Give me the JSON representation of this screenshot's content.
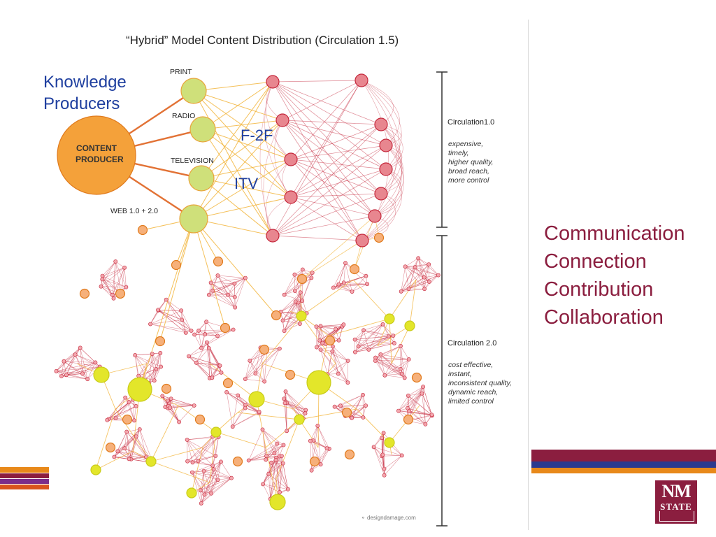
{
  "diagram": {
    "title": "“Hybrid” Model Content Distribution (Circulation 1.5)",
    "content_producer": [
      "CONTENT",
      "PRODUCER"
    ],
    "media": [
      "PRINT",
      "RADIO",
      "TELEVISION",
      "WEB 1.0 + 2.0"
    ],
    "circulation_1": {
      "title": "Circulation1.0",
      "traits": [
        "expensive,",
        "timely,",
        "higher quality,",
        "broad reach,",
        "more control"
      ]
    },
    "circulation_2": {
      "title": "Circulation 2.0",
      "traits": [
        "cost effective,",
        "instant,",
        "inconsistent quality,",
        "dynamic reach,",
        "limited control"
      ]
    },
    "credit": "designdamage.com"
  },
  "overlays": {
    "knowledge_producers": [
      "Knowledge",
      "Producers"
    ],
    "f2f": "F-2F",
    "itv": "ITV"
  },
  "side_words": [
    "Communication",
    "Connection",
    "Contribution",
    "Collaboration"
  ],
  "logo": {
    "line1": "NM",
    "line2": "STATE"
  },
  "colors": {
    "brand_crimson": "#8b1e3f",
    "navy": "#2b3a8f",
    "orange": "#e8891a",
    "purple": "#7b2d8b",
    "blue_text": "#1f3f9f",
    "producer_orange": "#f4a13a",
    "media_green": "#cfe07a",
    "node_red": "#e8868f",
    "hub_yellow": "#e3e62a"
  }
}
